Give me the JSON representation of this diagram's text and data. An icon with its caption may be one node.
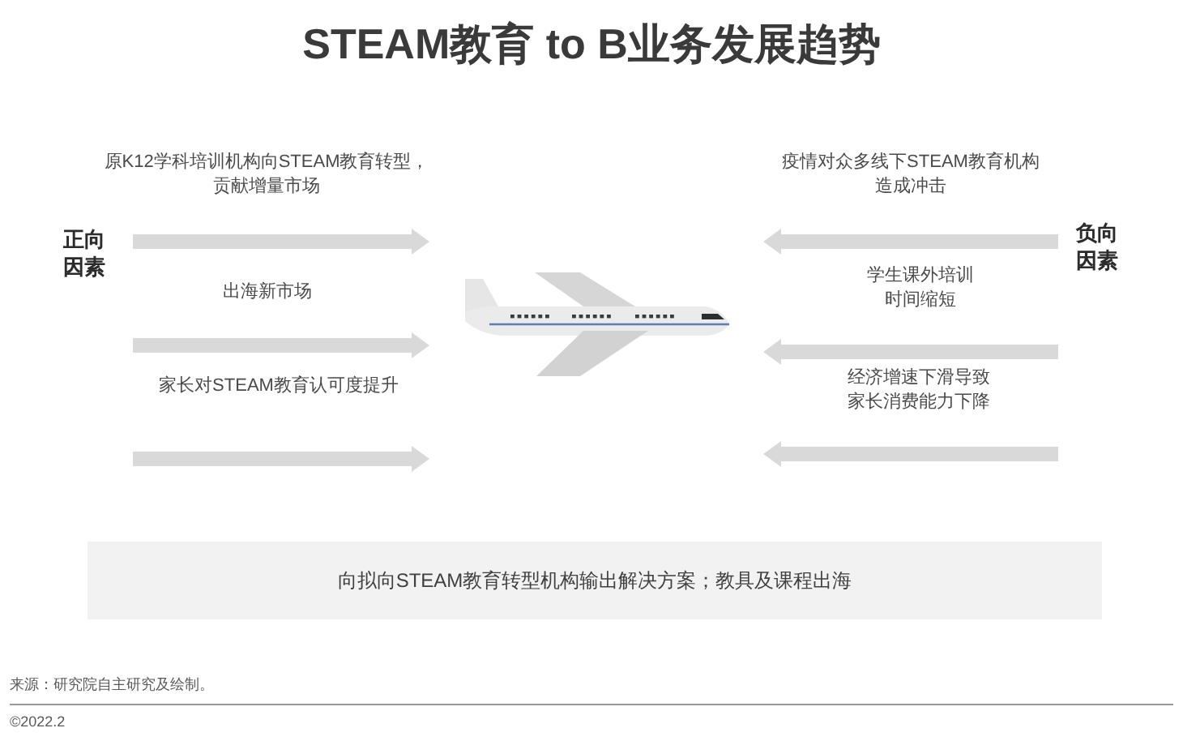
{
  "diagram": {
    "title": "STEAM教育 to B业务发展趋势",
    "nodes": [
      {
        "text": [
          "向拟向STEAM教育转型机构输出解决方案；教具及课程出海"
        ]
      }
    ],
    "labels": [
      "原K12学科培训机构向STEAM教育转型，贡献增量市场",
      "疫情对众多线下STEAM教育机构造成冲击",
      "正向因素",
      "负向因素",
      "出海新市场",
      "学生课外培训时间缩短",
      "家长对STEAM教育认可度提升",
      "经济增速下滑导致家长消费能力下降",
      "来源：研究院自主研究及绘制。",
      "©2022.2"
    ]
  }
}
